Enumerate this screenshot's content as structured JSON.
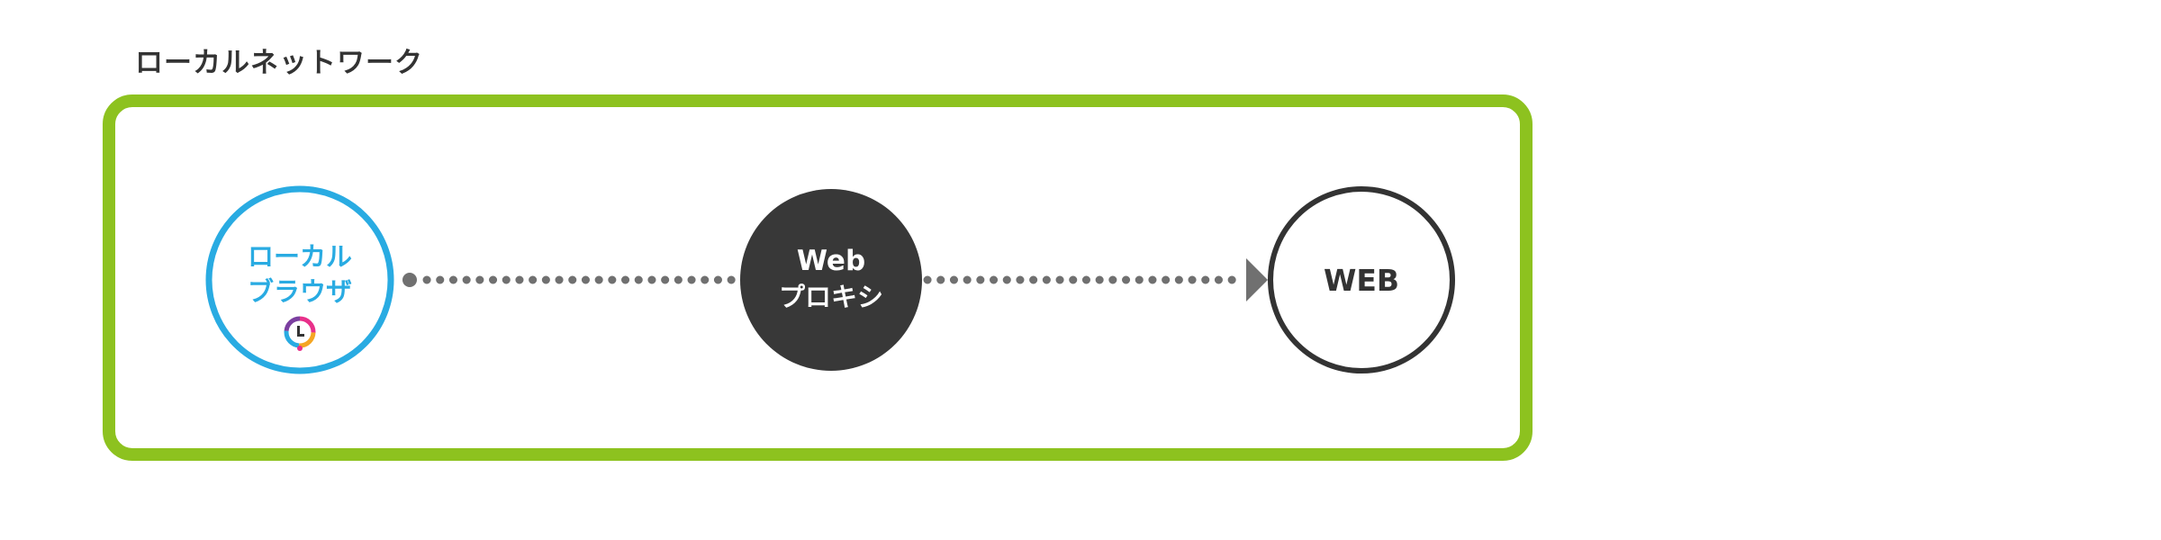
{
  "network": {
    "title": "ローカルネットワーク"
  },
  "nodes": {
    "local_browser": {
      "line1": "ローカル",
      "line2": "ブラウザ"
    },
    "web_proxy": {
      "line1": "Web",
      "line2": "プロキシ"
    },
    "web": {
      "label": "WEB"
    }
  },
  "colors": {
    "frame_green": "#8dc21f",
    "browser_blue": "#29abe2",
    "proxy_dark": "#383838",
    "web_stroke": "#333333",
    "connector_gray": "#707070"
  }
}
